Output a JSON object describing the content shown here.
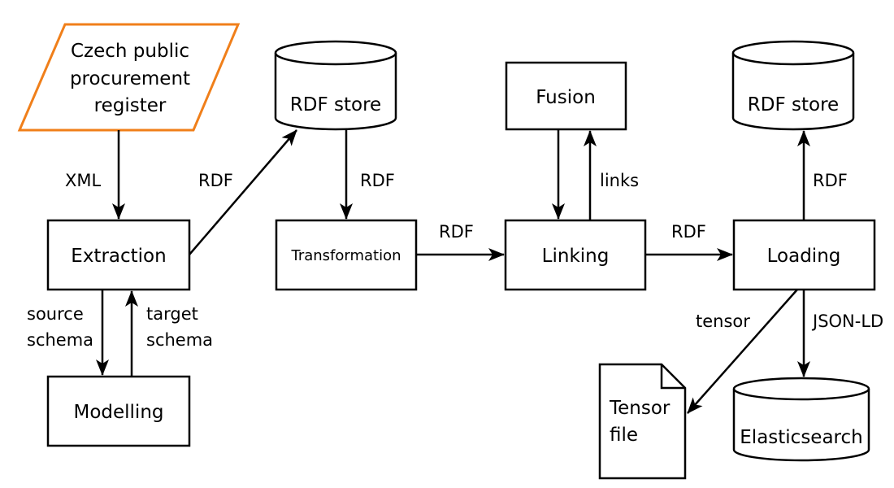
{
  "nodes": {
    "register": [
      "Czech public",
      "procurement",
      "register"
    ],
    "rdf_store_1": "RDF store",
    "fusion": "Fusion",
    "rdf_store_2": "RDF store",
    "extraction": "Extraction",
    "transformation": "Transformation",
    "linking": "Linking",
    "loading": "Loading",
    "modelling": "Modelling",
    "tensor_file": [
      "Tensor",
      "file"
    ],
    "elasticsearch": "Elasticsearch"
  },
  "edges": {
    "xml": "XML",
    "rdf_extraction_store": "RDF",
    "rdf_store_transformation": "RDF",
    "rdf_transformation_linking": "RDF",
    "links": "links",
    "rdf_linking_loading": "RDF",
    "rdf_loading_store": "RDF",
    "source_schema": [
      "source",
      "schema"
    ],
    "target_schema": [
      "target",
      "schema"
    ],
    "tensor": "tensor",
    "json_ld": "JSON-LD"
  },
  "colors": {
    "stroke": "#000000",
    "register_stroke": "#f07f1a"
  }
}
